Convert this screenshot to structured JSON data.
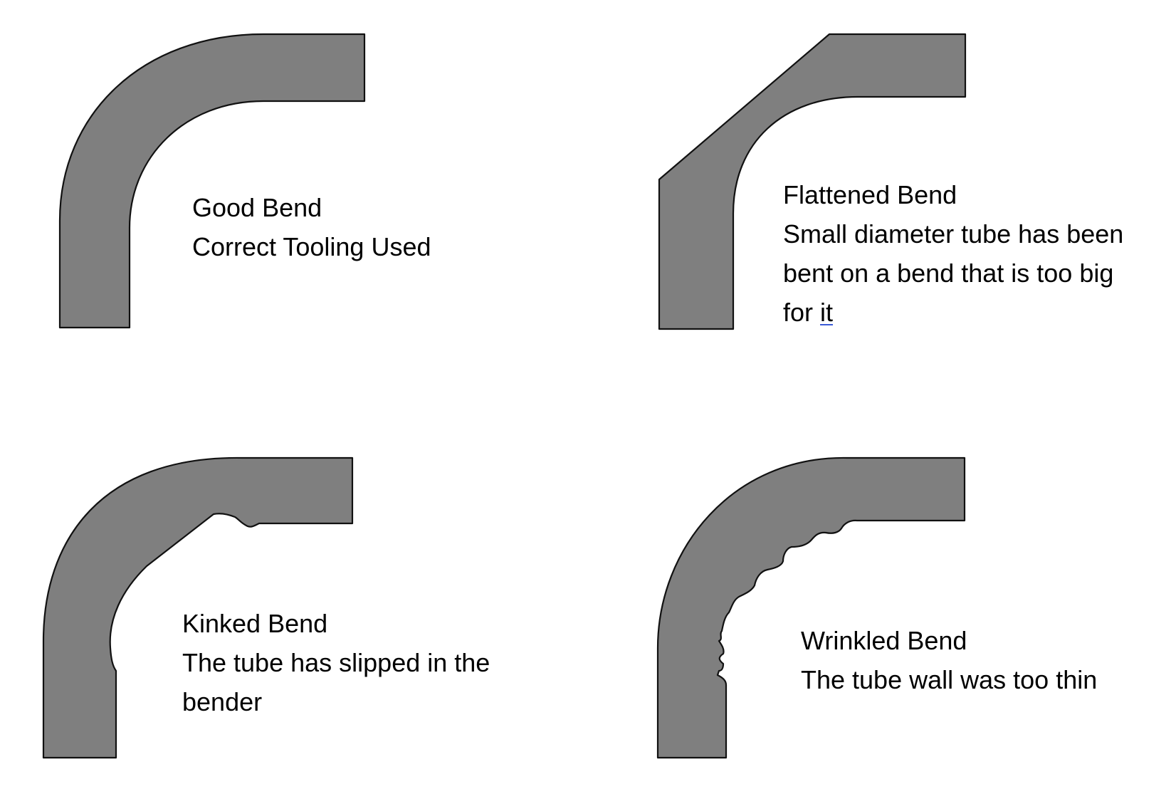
{
  "panels": [
    {
      "id": "good",
      "title": "Good Bend",
      "description_lines": [
        "Correct Tooling Used"
      ]
    },
    {
      "id": "flattened",
      "title": "Flattened Bend",
      "description_lines": [
        "Small diameter tube has been",
        "bent on a bend that is too big",
        "for "
      ],
      "underlined_word": "it"
    },
    {
      "id": "kinked",
      "title": "Kinked Bend",
      "description_lines": [
        "The tube has slipped in the",
        "bender"
      ]
    },
    {
      "id": "wrinkled",
      "title": "Wrinkled Bend",
      "description_lines": [
        "The tube wall was too thin"
      ]
    }
  ],
  "colors": {
    "tube_fill": "#7f7f7f",
    "tube_outline": "#111111",
    "text": "#000000",
    "underline": "#3b5bd6"
  }
}
